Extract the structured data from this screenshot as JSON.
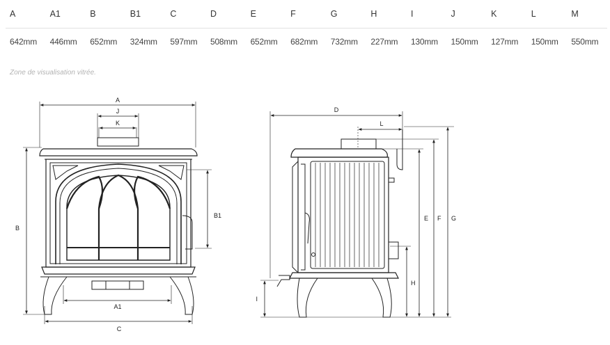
{
  "dimensions": {
    "headers": [
      "A",
      "A1",
      "B",
      "B1",
      "C",
      "D",
      "E",
      "F",
      "G",
      "H",
      "I",
      "J",
      "K",
      "L",
      "M"
    ],
    "values": [
      "642mm",
      "446mm",
      "652mm",
      "324mm",
      "597mm",
      "508mm",
      "652mm",
      "682mm",
      "732mm",
      "227mm",
      "130mm",
      "150mm",
      "127mm",
      "150mm",
      "550mm"
    ]
  },
  "caption": "Zone de visualisation vitrée.",
  "front_view_labels": {
    "a": "A",
    "j": "J",
    "k": "K",
    "b": "B",
    "b1": "B1",
    "a1": "A1",
    "c": "C"
  },
  "side_view_labels": {
    "d": "D",
    "l": "L",
    "e": "E",
    "f": "F",
    "g": "G",
    "h": "H",
    "i": "I"
  },
  "colors": {
    "line": "#222222",
    "grid": "#e2e2e2",
    "caption": "#b3b3b3"
  }
}
